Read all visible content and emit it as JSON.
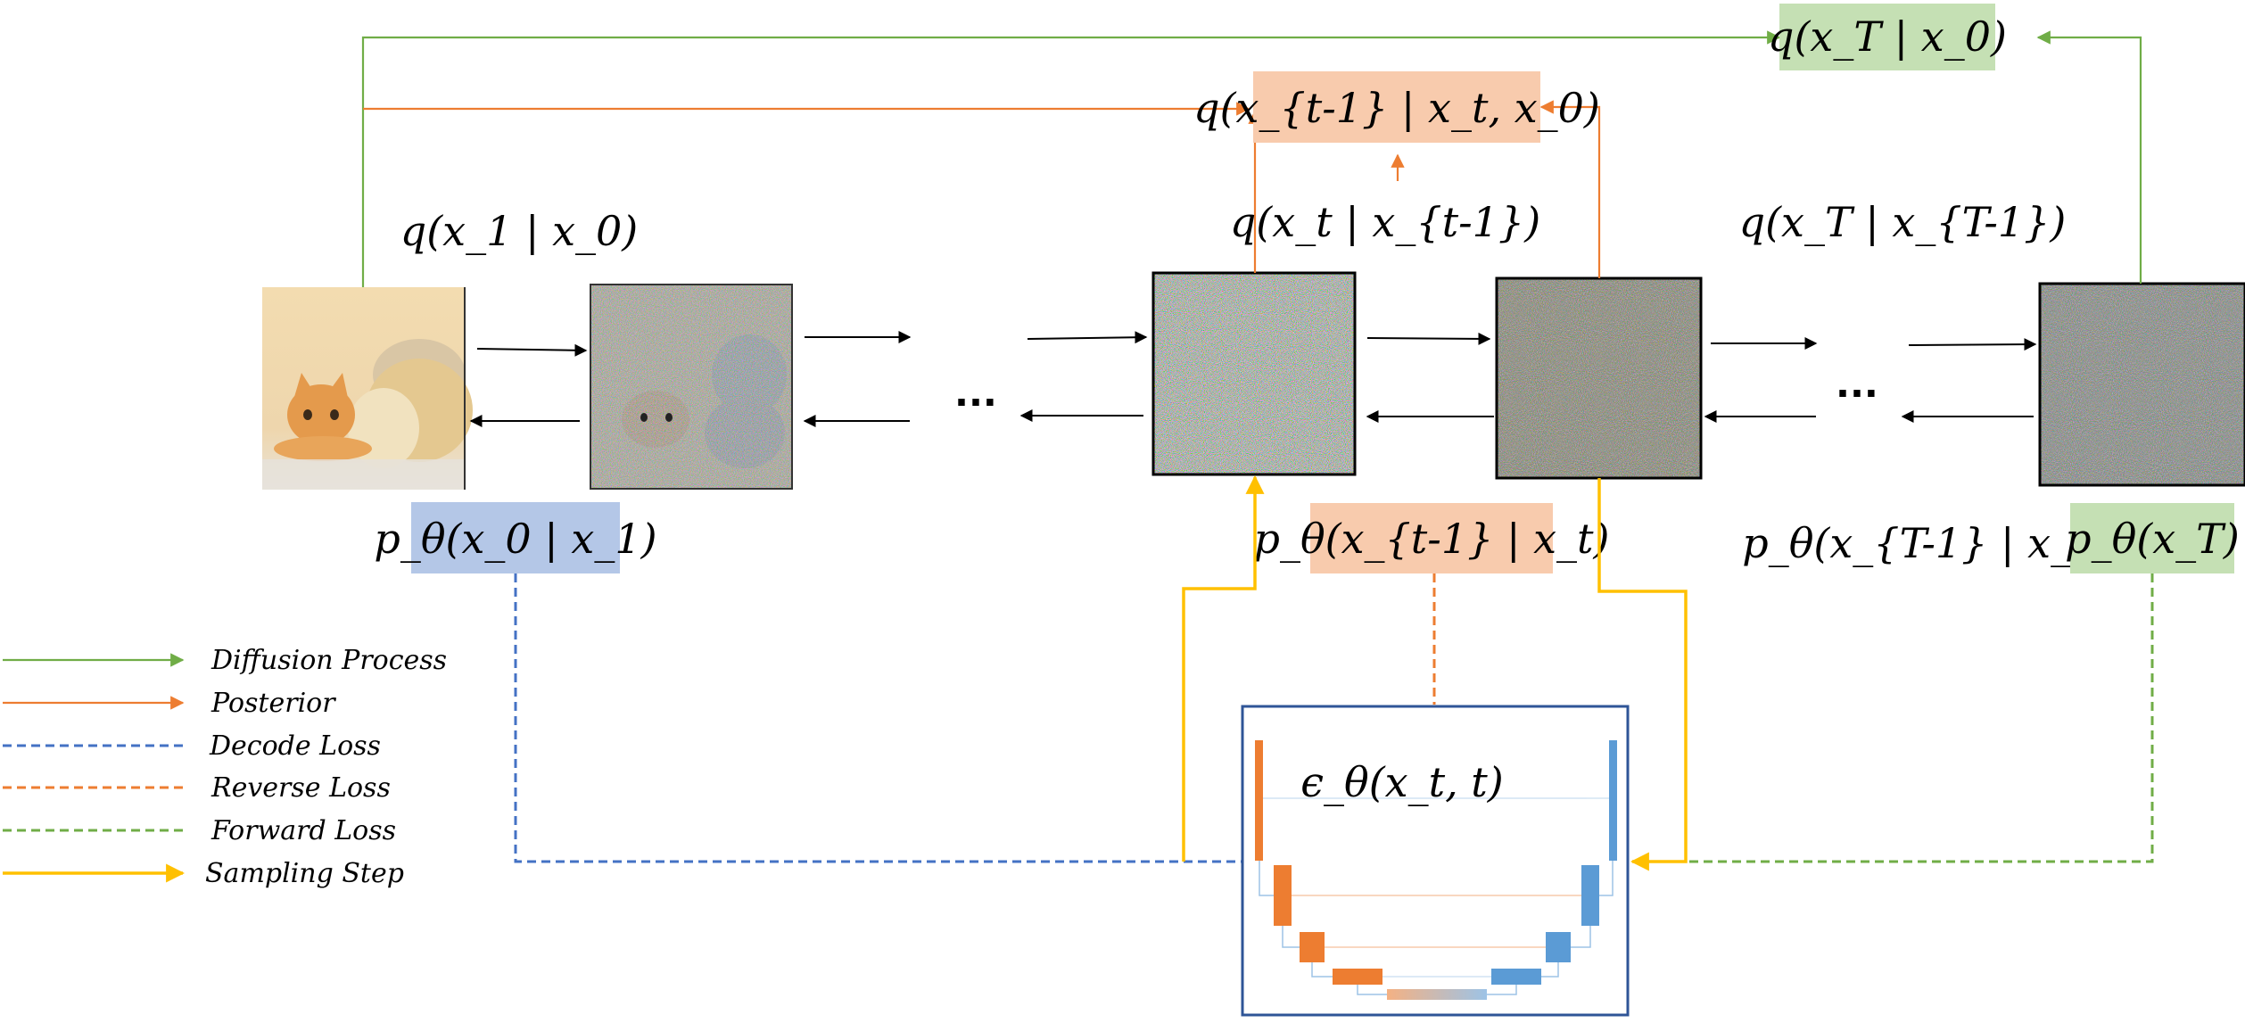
{
  "nodes": {
    "q_xT_x0": "q(x_T | x_0)",
    "q_post": "q(x_{t-1} | x_t, x_0)",
    "q_x1_x0": "q(x_1 | x_0)",
    "q_xt_xt1": "q(x_t | x_{t-1})",
    "q_xT_xT1": "q(x_T | x_{T-1})",
    "p_x0_x1": "p_θ(x_0 | x_1)",
    "p_xt1_xt": "p_θ(x_{t-1} | x_t)",
    "p_xT1_xT": "p_θ(x_{T-1} | x_T)",
    "p_xT": "p_θ(x_T)",
    "eps": "ϵ_θ(x_t, t)",
    "ellipsis": "..."
  },
  "legend": [
    {
      "label": "Diffusion Process",
      "color": "#70ad47",
      "style": "solid-arrow"
    },
    {
      "label": "Posterior",
      "color": "#ed7d31",
      "style": "solid-arrow"
    },
    {
      "label": "Decode Loss",
      "color": "#4472c4",
      "style": "dashed"
    },
    {
      "label": "Reverse Loss",
      "color": "#ed7d31",
      "style": "dashed"
    },
    {
      "label": "Forward Loss",
      "color": "#70ad47",
      "style": "dashed"
    },
    {
      "label": "Sampling Step",
      "color": "#ffc000",
      "style": "solid-arrow"
    }
  ],
  "colors": {
    "green": "#70ad47",
    "orange": "#ed7d31",
    "blue": "#4472c4",
    "yellow": "#ffc000",
    "greenFill": "#c5e0b4",
    "orangeFill": "#f8cbad",
    "blueFill": "#b4c7e7",
    "unetBorder": "#2f5597"
  }
}
